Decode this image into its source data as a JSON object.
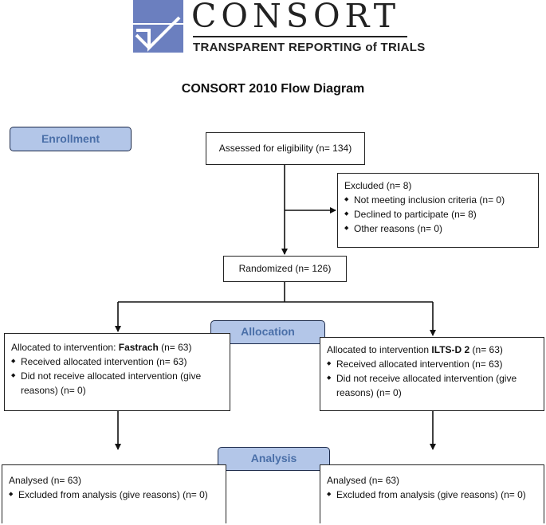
{
  "logo": {
    "word": "CONSORT",
    "tagline": "TRANSPARENT REPORTING of TRIALS",
    "colors": {
      "blue": "#6b7fbf",
      "dark": "#222222"
    }
  },
  "title": "CONSORT 2010 Flow Diagram",
  "phases": {
    "enrollment": "Enrollment",
    "allocation": "Allocation",
    "analysis": "Analysis"
  },
  "colors": {
    "phase_fill": "#b3c6e8",
    "phase_text": "#4a6fa8",
    "phase_border": "#1c2a4a"
  },
  "assessed": "Assessed for eligibility (n= 134)",
  "excluded": {
    "header": "Excluded  (n= 8)",
    "items": [
      "Not meeting inclusion criteria (n= 0)",
      "Declined to participate (n= 8)",
      "Other reasons (n= 0)"
    ]
  },
  "randomized": "Randomized (n= 126)",
  "allocation": {
    "left": {
      "prefix": "Allocated to intervention: ",
      "arm": "Fastrach",
      "suffix": " (n= 63)",
      "items": [
        "Received allocated intervention (n= 63)",
        "Did not receive allocated intervention (give reasons) (n= 0)"
      ]
    },
    "right": {
      "prefix": "Allocated to intervention ",
      "arm": "ILTS-D 2",
      "suffix": " (n= 63)",
      "items": [
        "Received allocated intervention (n= 63)",
        "Did not receive allocated intervention (give reasons) (n= 0)"
      ]
    }
  },
  "analysis": {
    "left": {
      "header": "Analysed (n= 63)",
      "items": [
        "Excluded from analysis (give reasons) (n= 0)"
      ]
    },
    "right": {
      "header": "Analysed (n= 63)",
      "items": [
        "Excluded from analysis (give reasons) (n= 0)"
      ]
    }
  }
}
